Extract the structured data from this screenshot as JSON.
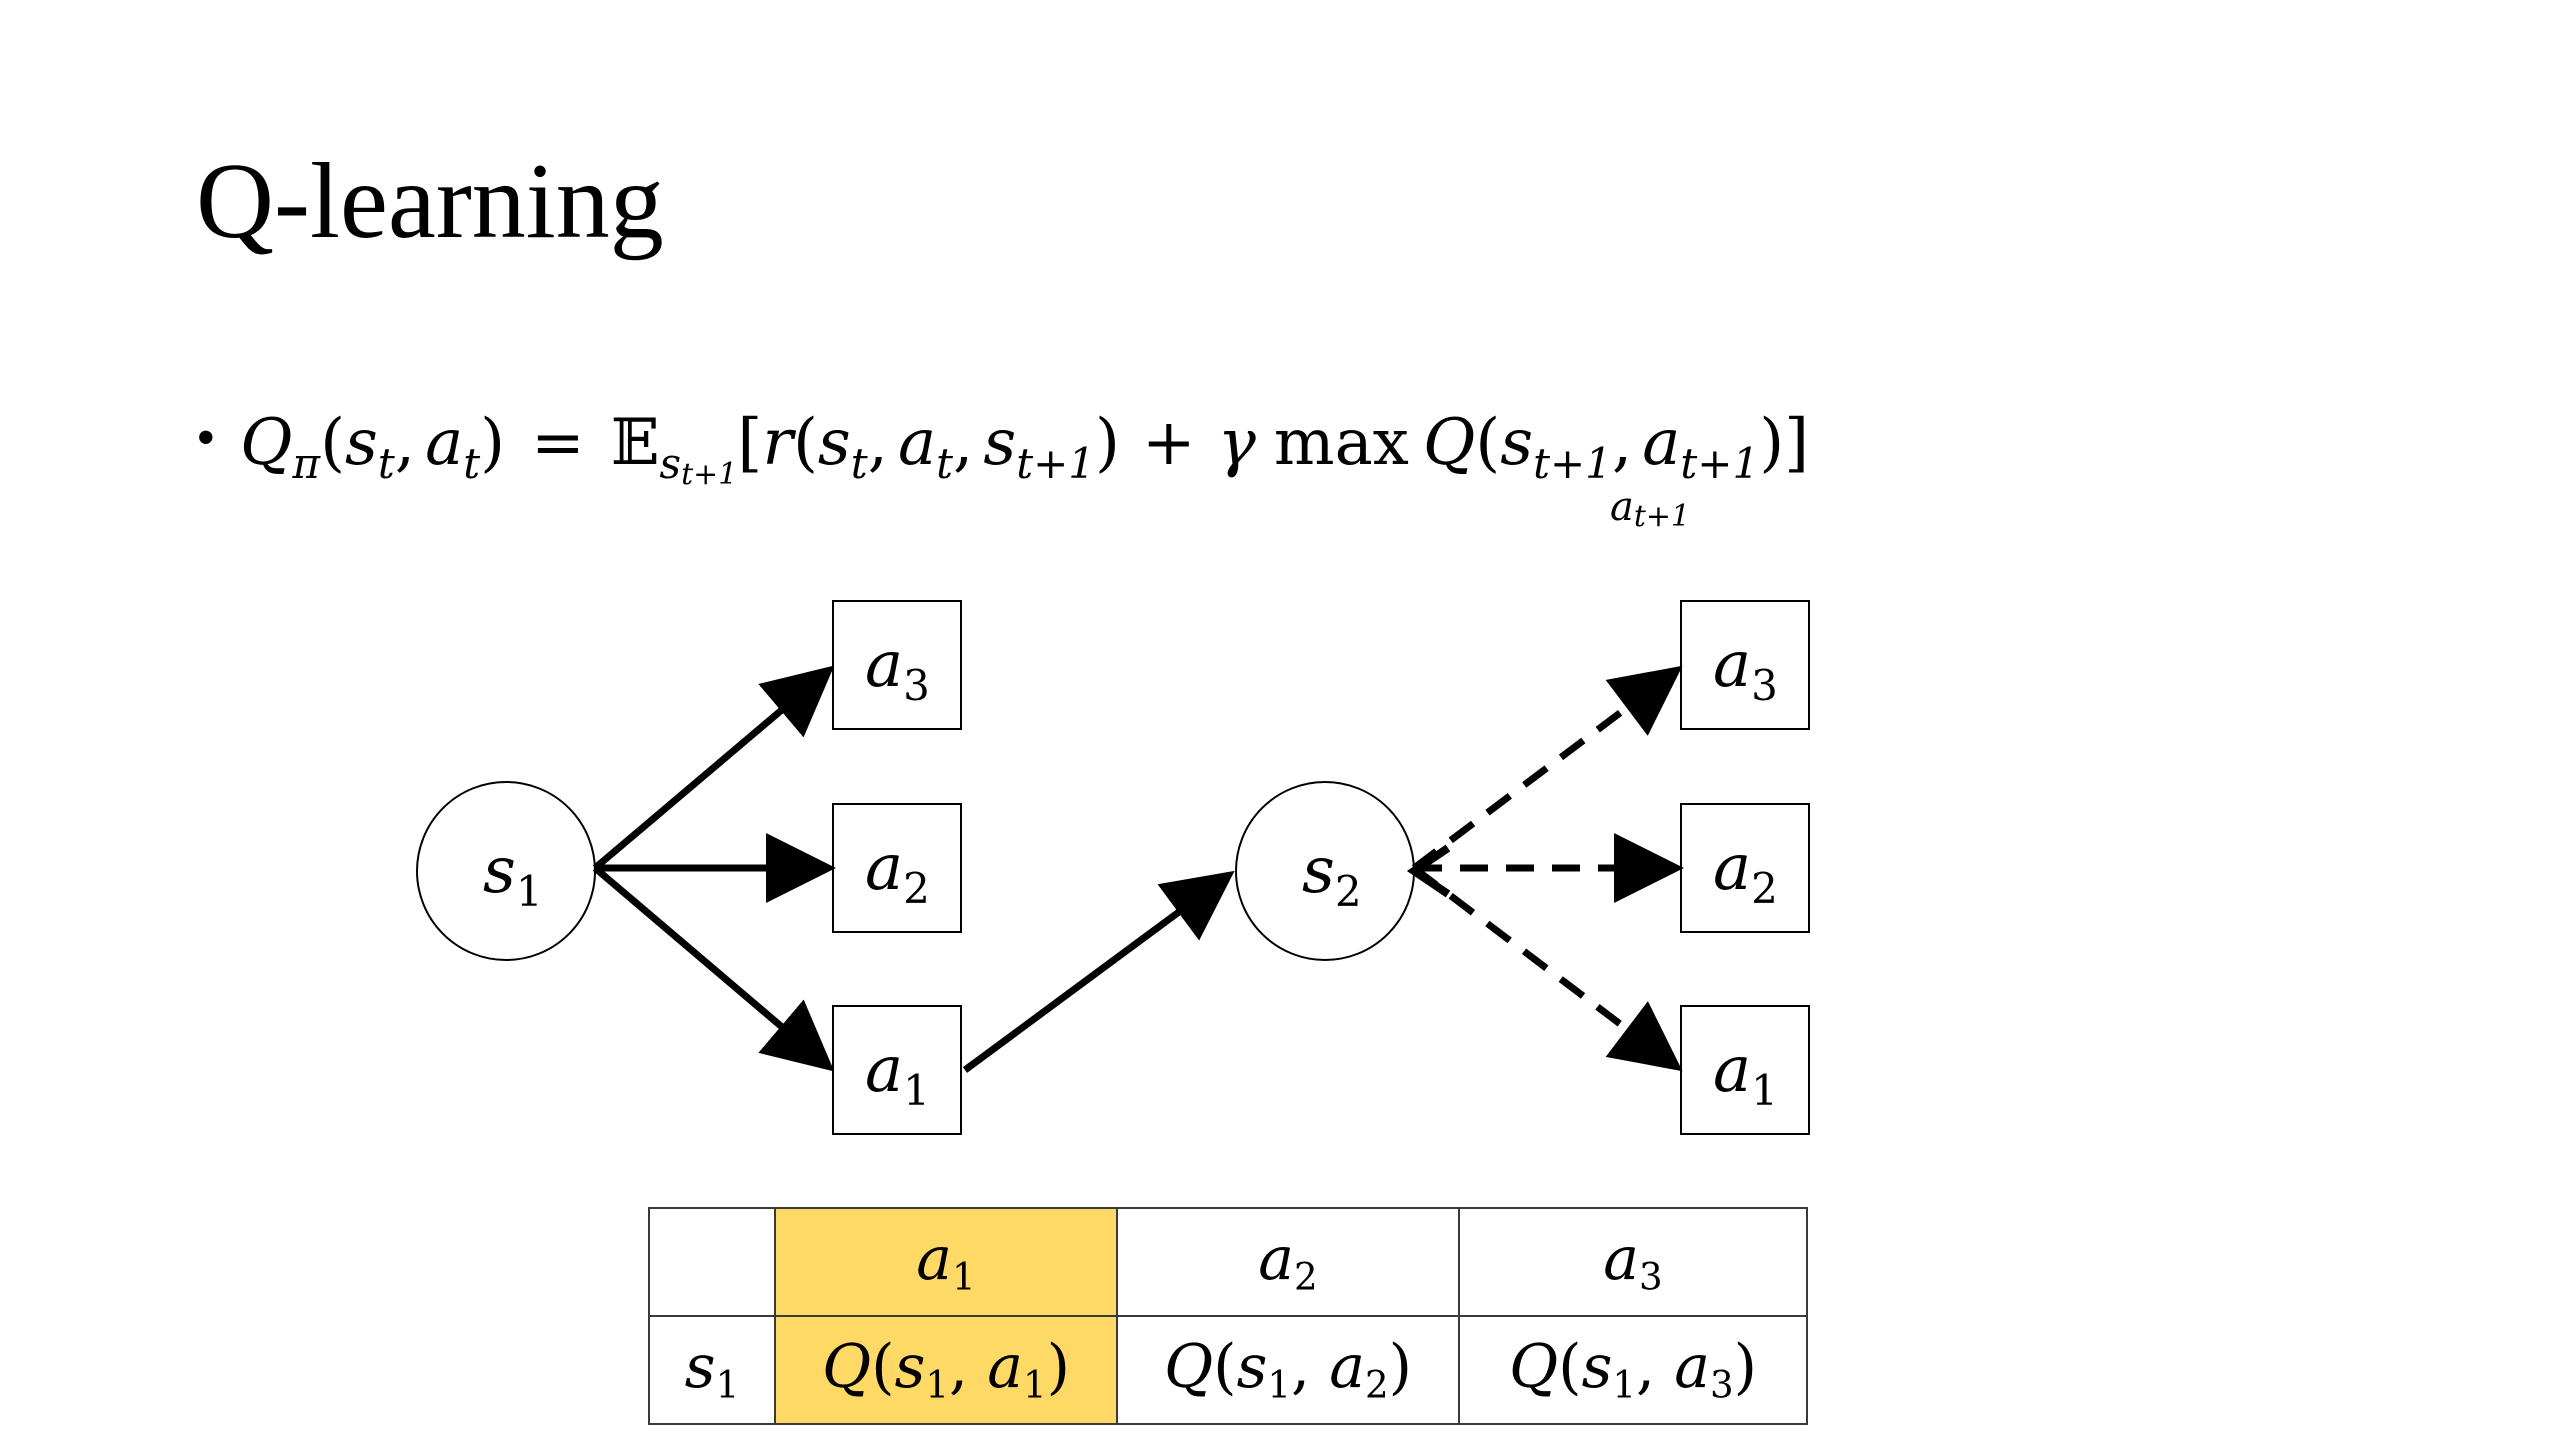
{
  "slide": {
    "title": "Q-learning"
  },
  "formula": {
    "bullet": "•",
    "lhs_Q": "Q",
    "lhs_Q_sub": "π",
    "lhs_args_open": "(",
    "lhs_s": "s",
    "lhs_s_sub": "t",
    "comma1": ",",
    "lhs_a": "a",
    "lhs_a_sub": "t",
    "lhs_args_close": ")",
    "equals": "=",
    "expect": "𝔼",
    "expect_sub": "s",
    "expect_sub_sub": "t+1",
    "bracket_open": "[",
    "r": "r",
    "r_open": "(",
    "r_s": "s",
    "r_s_sub": "t",
    "r_comma1": ",",
    "r_a": "a",
    "r_a_sub": "t",
    "r_comma2": ",",
    "r_s2": "s",
    "r_s2_sub": "t+1",
    "r_close": ")",
    "plus": "+",
    "gamma": "γ",
    "max": "max",
    "max_sub": "a",
    "max_sub_sub": "t+1",
    "Q2": "Q",
    "q2_open": "(",
    "q2_s": "s",
    "q2_s_sub": "t+1",
    "q2_comma": ",",
    "q2_a": "a",
    "q2_a_sub": "t+1",
    "q2_close": ")",
    "bracket_close": "]"
  },
  "diagram": {
    "state1": {
      "sym": "s",
      "sub": "1"
    },
    "state2": {
      "sym": "s",
      "sub": "2"
    },
    "left_actions": [
      {
        "sym": "a",
        "sub": "3"
      },
      {
        "sym": "a",
        "sub": "2"
      },
      {
        "sym": "a",
        "sub": "1"
      }
    ],
    "right_actions": [
      {
        "sym": "a",
        "sub": "3"
      },
      {
        "sym": "a",
        "sub": "2"
      },
      {
        "sym": "a",
        "sub": "1"
      }
    ],
    "colors": {
      "stroke": "#000000",
      "box_border": "#000000"
    }
  },
  "qtable": {
    "highlight_color": "#ffd966",
    "header": [
      {
        "sym": "",
        "sub": ""
      },
      {
        "sym": "a",
        "sub": "1"
      },
      {
        "sym": "a",
        "sub": "2"
      },
      {
        "sym": "a",
        "sub": "3"
      }
    ],
    "row_label": {
      "sym": "s",
      "sub": "1"
    },
    "cells": [
      {
        "q": "Q",
        "open": "(",
        "s": "s",
        "s_sub": "1",
        "comma": ",",
        "a": "a",
        "a_sub": "1",
        "close": ")"
      },
      {
        "q": "Q",
        "open": "(",
        "s": "s",
        "s_sub": "1",
        "comma": ",",
        "a": "a",
        "a_sub": "2",
        "close": ")"
      },
      {
        "q": "Q",
        "open": "(",
        "s": "s",
        "s_sub": "1",
        "comma": ",",
        "a": "a",
        "a_sub": "3",
        "close": ")"
      }
    ],
    "highlighted_column": 1
  }
}
